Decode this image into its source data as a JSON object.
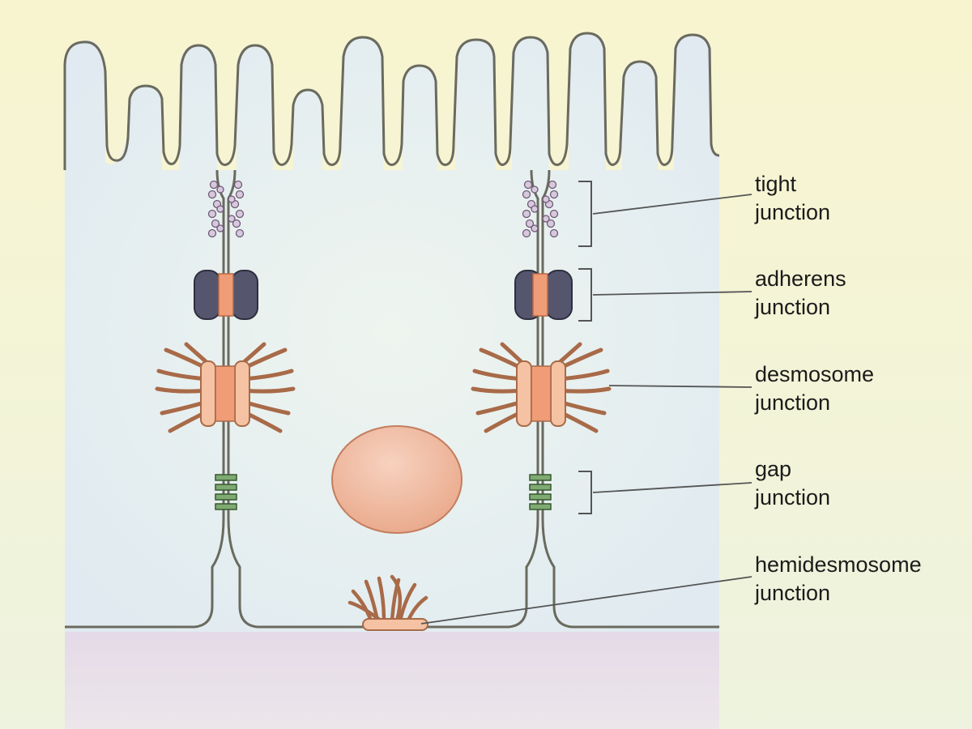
{
  "labels": {
    "tight": [
      "tight",
      "junction"
    ],
    "adherens": [
      "adherens",
      "junction"
    ],
    "desmosome": [
      "desmosome",
      "junction"
    ],
    "gap": [
      "gap",
      "junction"
    ],
    "hemidesmosome": [
      "hemidesmosome",
      "junction"
    ]
  },
  "colors": {
    "background": "#f6f3d2",
    "cytoplasm": "#e8f0ee",
    "basement": "#ddd0e6",
    "membrane": "#6a6a5e",
    "nucleus": "#efb79b",
    "filament": "#b3704d",
    "plaque": "#f3b995",
    "gap_channel": "#5f8a55",
    "adherens_protein": "#4e4e6a"
  }
}
